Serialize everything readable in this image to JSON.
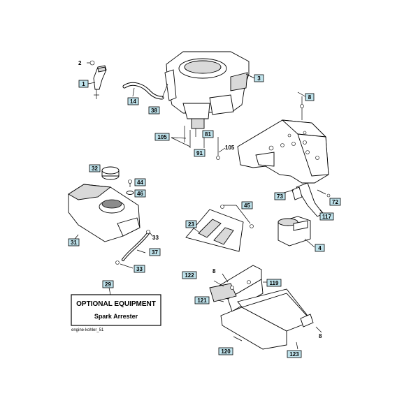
{
  "diagram": {
    "caption": "engine-kohler_51",
    "optional_box": {
      "title": "OPTIONAL EQUIPMENT",
      "subtitle": "Spark Arrester"
    },
    "callouts": {
      "c1": "1",
      "c2": "2",
      "c3": "3",
      "c4": "4",
      "c8a": "8",
      "c8b": "8",
      "c8c": "8",
      "c14": "14",
      "c29": "29",
      "c31": "31",
      "c32": "32",
      "c33a": "33",
      "c33b": "33",
      "c37": "37",
      "c38": "38",
      "c44": "44",
      "c45": "45",
      "c46": "46",
      "c72": "72",
      "c73": "73",
      "c81": "81",
      "c91": "91",
      "c105a": "105",
      "c105b": "105",
      "c117": "117",
      "c119": "119",
      "c120": "120",
      "c121": "121",
      "c122": "122",
      "c123": "123"
    }
  }
}
